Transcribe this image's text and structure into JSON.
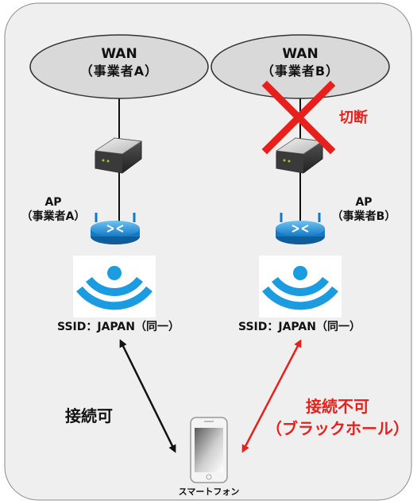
{
  "wan_a": {
    "title": "WAN",
    "sub": "（事業者A）"
  },
  "wan_b": {
    "title": "WAN",
    "sub": "（事業者B）"
  },
  "cut_label": "切断",
  "ap_a": {
    "line1": "AP",
    "line2": "（事業者A）"
  },
  "ap_b": {
    "line1": "AP",
    "line2": "（事業者B）"
  },
  "ssid_a": "SSID：JAPAN（同一）",
  "ssid_b": "SSID：JAPAN（同一）",
  "connect_ok": "接続可",
  "connect_ng": {
    "line1": "接続不可",
    "line2": "（ブラックホール）"
  },
  "phone_label": "スマートフォン",
  "colors": {
    "background_panel": "#efefef",
    "cloud_fill": "#d9d9d9",
    "router_blue": "#1f8fd6",
    "wifi_blue": "#1b9be0",
    "red": "#e8201c",
    "black": "#111111"
  },
  "icons": [
    "cloud-shape",
    "modem-device-icon",
    "wireless-router-icon",
    "wifi-signal-icon",
    "smartphone-icon",
    "red-x-cut-icon"
  ]
}
